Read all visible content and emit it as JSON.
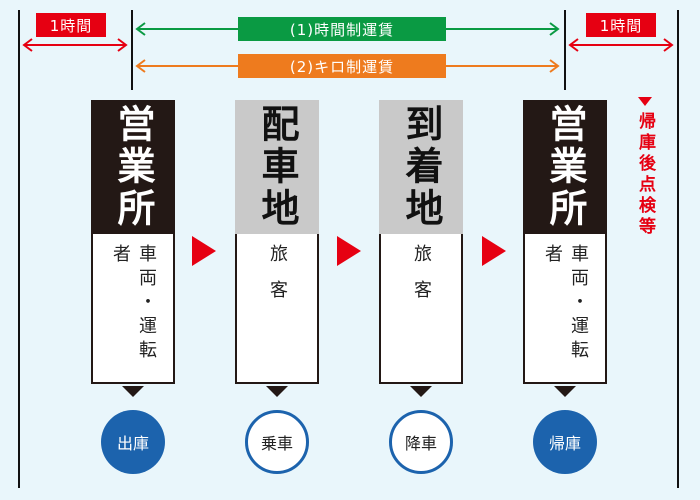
{
  "tags": {
    "hour_left": "1時間",
    "hour_right": "1時間",
    "fare_time": "(1)時間制運賃",
    "fare_km": "(2)キロ制運賃"
  },
  "columns": [
    {
      "title": "営業所",
      "body": "車両・運転者",
      "circle": "出庫"
    },
    {
      "title": "配車地",
      "body": "旅客",
      "circle": "乗車"
    },
    {
      "title": "到着地",
      "body": "旅客",
      "circle": "降車"
    },
    {
      "title": "営業所",
      "body": "車両・運転者",
      "circle": "帰庫"
    }
  ],
  "note": "帰庫後点検等",
  "colors": {
    "red": "#e60012",
    "green": "#0a9a43",
    "orange": "#ee7b1e",
    "dark": "#231815",
    "gray": "#c9c9c9",
    "blue": "#1c63ad",
    "background": "#e9f6fb"
  }
}
